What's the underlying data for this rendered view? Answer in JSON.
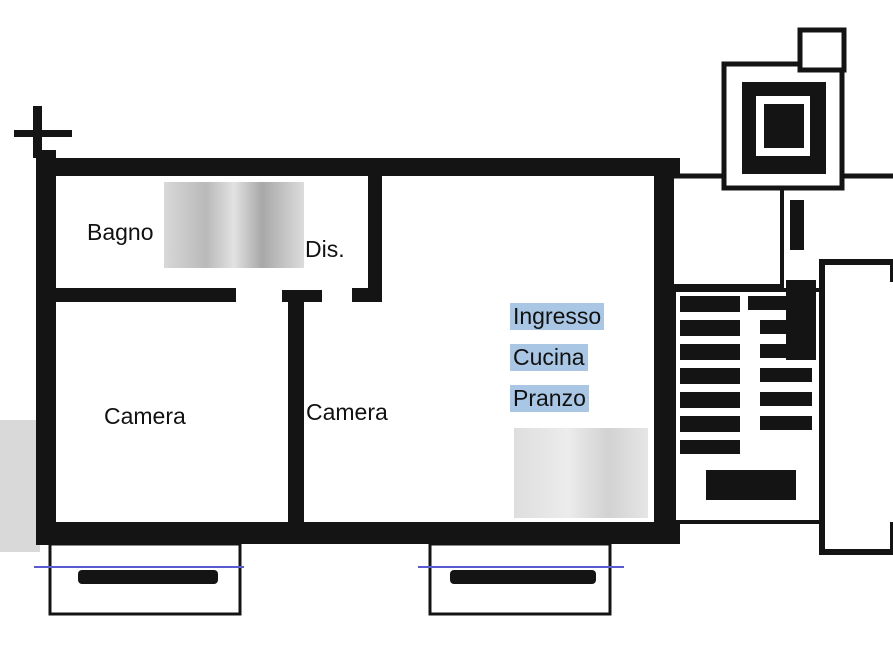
{
  "rooms": {
    "bagno": "Bagno",
    "dis": "Dis.",
    "camera_left": "Camera",
    "camera_mid": "Camera",
    "ingresso": "Ingresso",
    "cucina": "Cucina",
    "pranzo": "Pranzo"
  },
  "colors": {
    "wall": "#141414",
    "highlight": "#a9c7e4",
    "balcony_line": "#5a5ad0",
    "blur": "#cfcfcf"
  }
}
